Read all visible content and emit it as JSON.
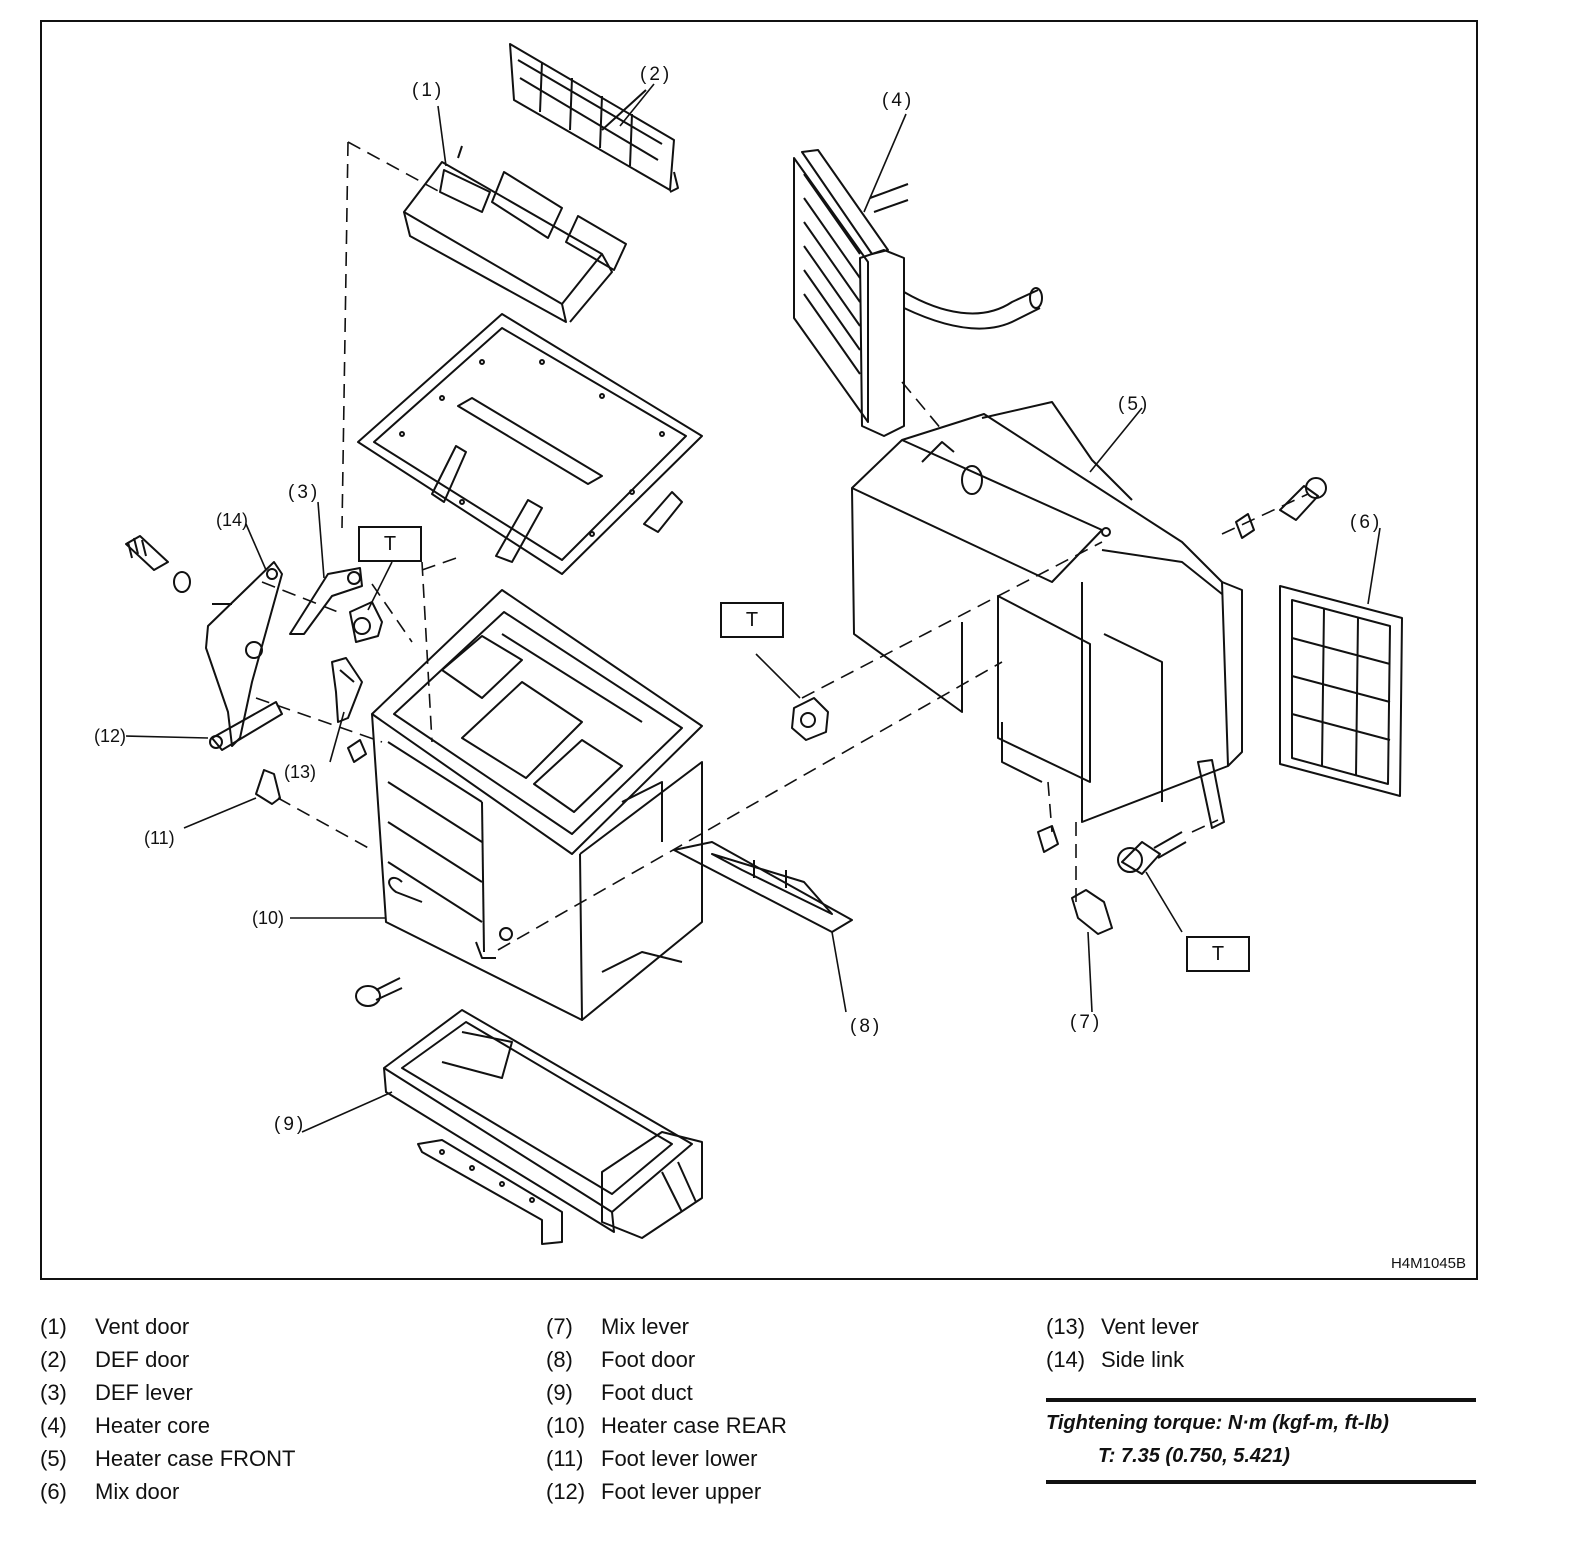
{
  "figure_id": "H4M1045B",
  "torque_mark": "T",
  "callouts": {
    "c1": "(1)",
    "c2": "(2)",
    "c3": "(3)",
    "c4": "(4)",
    "c5": "(5)",
    "c6": "(6)",
    "c7": "(7)",
    "c8": "(8)",
    "c9": "(9)",
    "c10": "(10)",
    "c11": "(11)",
    "c12": "(12)",
    "c13": "(13)",
    "c14": "(14)"
  },
  "legend": [
    {
      "num": "(1)",
      "label": "Vent door"
    },
    {
      "num": "(2)",
      "label": "DEF door"
    },
    {
      "num": "(3)",
      "label": "DEF lever"
    },
    {
      "num": "(4)",
      "label": "Heater core"
    },
    {
      "num": "(5)",
      "label": "Heater case FRONT"
    },
    {
      "num": "(6)",
      "label": "Mix door"
    },
    {
      "num": "(7)",
      "label": "Mix lever"
    },
    {
      "num": "(8)",
      "label": "Foot door"
    },
    {
      "num": "(9)",
      "label": "Foot duct"
    },
    {
      "num": "(10)",
      "label": "Heater case REAR"
    },
    {
      "num": "(11)",
      "label": "Foot lever lower"
    },
    {
      "num": "(12)",
      "label": "Foot lever upper"
    },
    {
      "num": "(13)",
      "label": "Vent lever"
    },
    {
      "num": "(14)",
      "label": "Side link"
    }
  ],
  "torque": {
    "heading": "Tightening torque: N·m (kgf-m, ft-lb)",
    "value": "T: 7.35 (0.750, 5.421)"
  }
}
